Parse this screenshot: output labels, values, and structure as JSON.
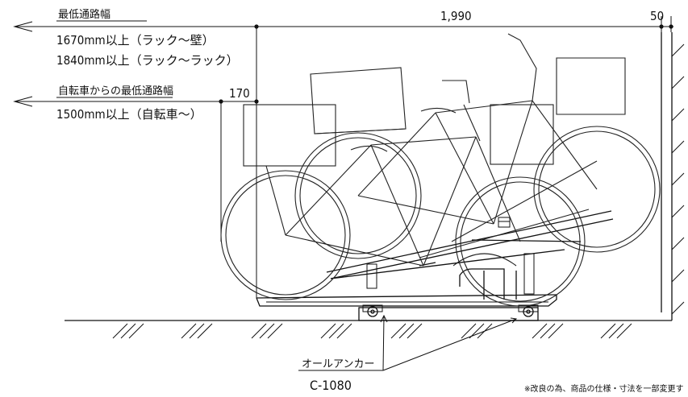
{
  "annotations": {
    "min_aisle_title": "最低通路幅",
    "min_aisle_wall": "1670mm以上（ラック～壁）",
    "min_aisle_rack": "1840mm以上（ラック～ラック）",
    "bike_aisle_title": "自転車からの最低通路幅",
    "bike_aisle_value": "1500mm以上（自転車～）"
  },
  "dimensions": {
    "total_depth": "1,990",
    "wall_gap": "50",
    "offset": "170"
  },
  "anchor": {
    "name": "オールアンカー",
    "model": "C-1080"
  },
  "footnote": "※改良の為、商品の仕様・寸法を一部変更す"
}
